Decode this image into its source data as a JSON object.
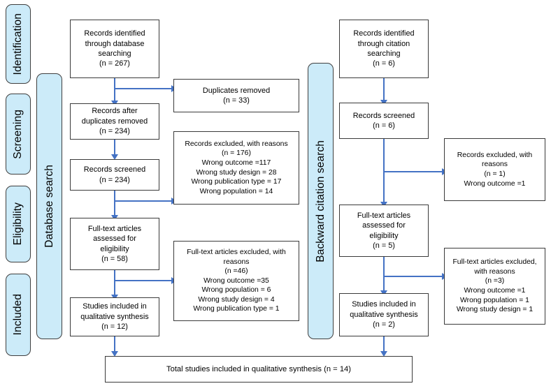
{
  "diagram": {
    "title": "PRISMA flow diagram",
    "colors": {
      "bar_fill": "#CCEBF9",
      "bar_stroke": "#3F3F3F",
      "box_stroke": "#3A3A3A",
      "arrow": "#4472C4",
      "background": "#FFFFFF",
      "text": "#000000"
    }
  },
  "stages": [
    {
      "id": "identification",
      "label": "Identification"
    },
    {
      "id": "screening",
      "label": "Screening"
    },
    {
      "id": "eligibility",
      "label": "Eligibility"
    },
    {
      "id": "included",
      "label": "Included"
    }
  ],
  "sources": [
    {
      "id": "database-search",
      "label": "Database search"
    },
    {
      "id": "backward-citation-search",
      "label": "Backward citation search"
    }
  ],
  "database_column": {
    "identified": {
      "lines": [
        "Records identified",
        "through database",
        "searching",
        "(n =   267)"
      ]
    },
    "after_duplicates": {
      "lines": [
        "Records after",
        "duplicates removed",
        "(n = 234)"
      ]
    },
    "screened": {
      "lines": [
        "Records screened",
        "(n = 234)"
      ]
    },
    "fulltext_assessed": {
      "lines": [
        "Full-text articles",
        "assessed for",
        "eligibility",
        "(n = 58)"
      ]
    },
    "included": {
      "lines": [
        "Studies included in",
        "qualitative synthesis",
        "(n = 12)"
      ]
    }
  },
  "database_exclusions": {
    "duplicates_removed": {
      "lines": [
        "Duplicates removed",
        "(n = 33)"
      ]
    },
    "records_excluded": {
      "lines": [
        "Records excluded, with reasons",
        "(n = 176)",
        "Wrong outcome =117",
        "Wrong study design = 28",
        "Wrong publication type = 17",
        "Wrong population = 14"
      ]
    },
    "fulltext_excluded": {
      "lines": [
        "Full-text articles excluded, with",
        "reasons",
        "(n =46)",
        "Wrong outcome =35",
        "Wrong population = 6",
        "Wrong study design = 4",
        "Wrong publication type = 1"
      ]
    }
  },
  "citation_column": {
    "identified": {
      "lines": [
        "Records identified",
        "through citation",
        "searching",
        "(n =   6)"
      ]
    },
    "screened": {
      "lines": [
        "Records screened",
        "(n = 6)"
      ]
    },
    "fulltext_assessed": {
      "lines": [
        "Full-text articles",
        "assessed for",
        "eligibility",
        "(n = 5)"
      ]
    },
    "included": {
      "lines": [
        "Studies included in",
        "qualitative synthesis",
        "(n = 2)"
      ]
    }
  },
  "citation_exclusions": {
    "records_excluded": {
      "lines": [
        "Records excluded, with",
        "reasons",
        "(n = 1)",
        "Wrong outcome =1"
      ]
    },
    "fulltext_excluded": {
      "lines": [
        "Full-text articles excluded,",
        "with reasons",
        "(n =3)",
        "Wrong outcome =1",
        "Wrong population = 1",
        "Wrong study design = 1"
      ]
    }
  },
  "total": {
    "text": "Total studies included in qualitative synthesis (n = 14)"
  }
}
